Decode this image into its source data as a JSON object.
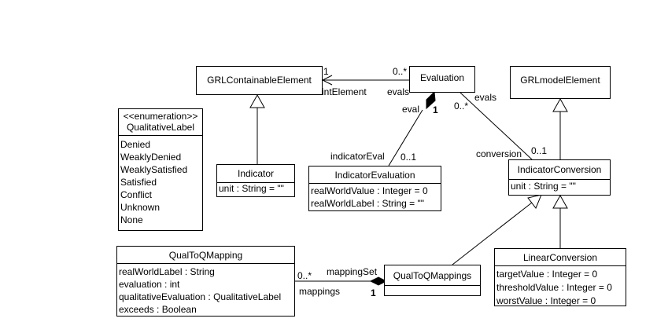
{
  "classes": {
    "grl_containable": {
      "name": "GRLContainableElement"
    },
    "evaluation": {
      "name": "Evaluation"
    },
    "grl_model": {
      "name": "GRLmodelElement"
    },
    "qualitative_label": {
      "stereotype": "<<enumeration>>",
      "name": "QualitativeLabel",
      "literals": [
        "Denied",
        "WeaklyDenied",
        "WeaklySatisfied",
        "Satisfied",
        "Conflict",
        "Unknown",
        "None"
      ]
    },
    "indicator": {
      "name": "Indicator",
      "attrs": [
        "unit : String = \"\""
      ]
    },
    "indicator_evaluation": {
      "name": "IndicatorEvaluation",
      "attrs": [
        "realWorldValue : Integer = 0",
        "realWorldLabel : String = \"\""
      ]
    },
    "indicator_conversion": {
      "name": "IndicatorConversion",
      "attrs": [
        "unit : String = \"\""
      ]
    },
    "qual_to_q_mapping": {
      "name": "QualToQMapping",
      "attrs": [
        "realWorldLabel : String",
        "evaluation : int",
        "qualitativeEvaluation : QualitativeLabel",
        "exceeds : Boolean"
      ]
    },
    "qual_to_q_mappings": {
      "name": "QualToQMappings"
    },
    "linear_conversion": {
      "name": "LinearConversion",
      "attrs": [
        "targetValue : Integer = 0",
        "thresholdValue : Integer = 0",
        "worstValue : Integer = 0"
      ]
    }
  },
  "labels": {
    "eval_grl_mult_grl": "1",
    "eval_grl_mult_eval": "0..*",
    "eval_grl_role_grl": "intElement",
    "eval_grl_role_eval": "evals",
    "eval_ie_role_eval": "eval",
    "eval_ie_mult_eval": "1",
    "eval_ie_role_ie": "indicatorEval",
    "eval_ie_mult_ie": "0..1",
    "eval_ic_mult_eval": "0..*",
    "eval_ic_role_eval": "evals",
    "eval_ic_role_ic": "conversion",
    "eval_ic_mult_ic": "0..1",
    "map_mult_map": "0..*",
    "map_role_set": "mappingSet",
    "map_role_map": "mappings",
    "map_mult_set": "1"
  }
}
